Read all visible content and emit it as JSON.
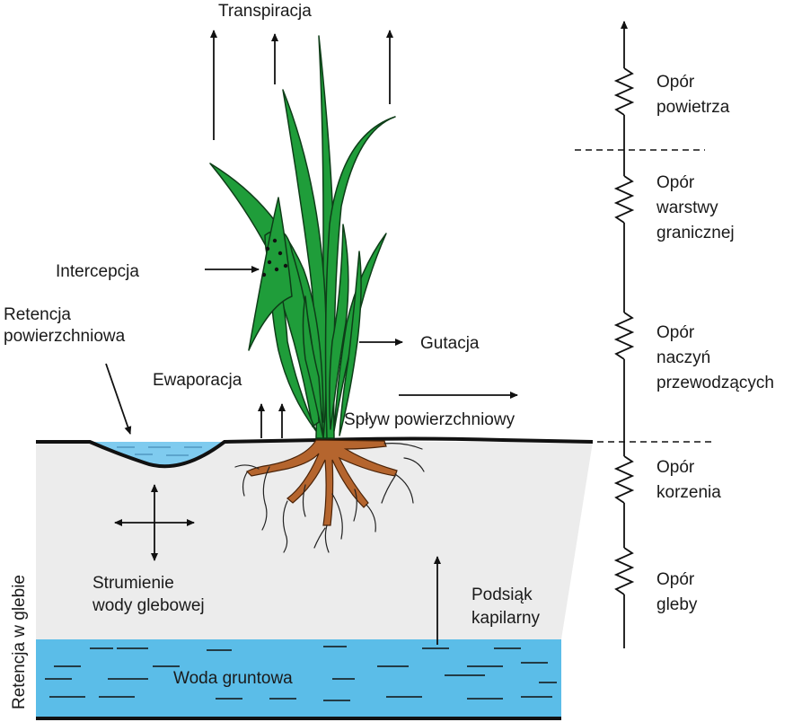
{
  "labels": {
    "transpiration": "Transpiracja",
    "interception": "Intercepcja",
    "surface_retention_1": "Retencja",
    "surface_retention_2": "powierzchniowa",
    "evaporation": "Ewaporacja",
    "guttation": "Gutacja",
    "surface_runoff": "Spływ powierzchniowy",
    "soil_water_flow_1": "Strumienie",
    "soil_water_flow_2": "wody glebowej",
    "capillary_rise_1": "Podsiąk",
    "capillary_rise_2": "kapilarny",
    "groundwater": "Woda gruntowa",
    "soil_retention": "Retencja w glebie"
  },
  "resistances": {
    "air_1": "Opór",
    "air_2": "powietrza",
    "boundary_1": "Opór",
    "boundary_2": "warstwy",
    "boundary_3": "granicznej",
    "vessels_1": "Opór",
    "vessels_2": "naczyń",
    "vessels_3": "przewodzących",
    "root_1": "Opór",
    "root_2": "korzenia",
    "soil_1": "Opór",
    "soil_2": "gleby"
  },
  "colors": {
    "soil": "#ececec",
    "groundwater": "#5bbde8",
    "puddle": "#7fcbef",
    "leaf": "#1f9d3a",
    "leaf_outline": "#0e3d18",
    "root": "#b5652e",
    "line": "#111111"
  }
}
